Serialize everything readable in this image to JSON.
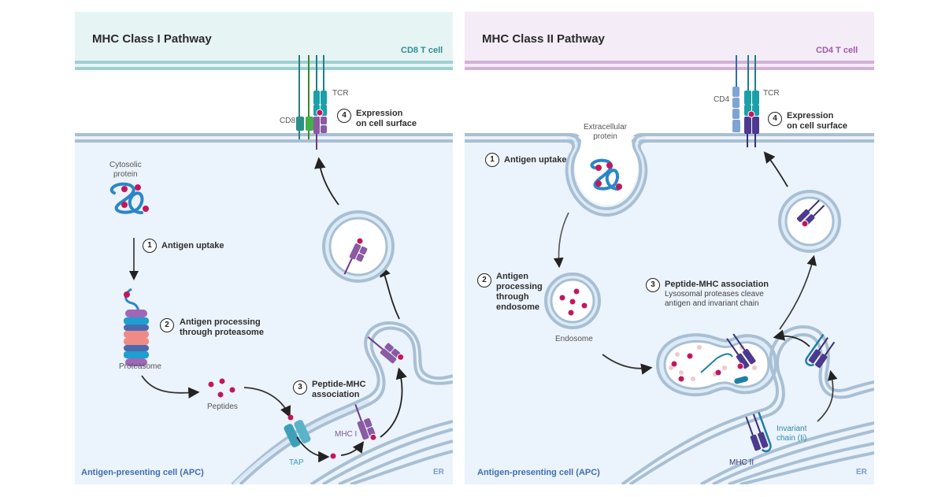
{
  "panels": [
    {
      "title": "MHC Class I Pathway",
      "t_cell": "CD8 T cell",
      "apc_label": "Antigen-presenting cell (APC)",
      "er_label": "ER",
      "colors": {
        "t_cell_bg": "#e7f4f4",
        "t_cell_membrane": "#9fd0d2",
        "apc_bg": "#ebf3fc",
        "membrane": "#a9bfd3"
      },
      "labels": {
        "protein": "Cytosolic protein",
        "protein_line1": "Cytosolic",
        "protein_line2": "protein",
        "proteasome": "Proteasome",
        "peptides": "Peptides",
        "tap": "TAP",
        "mhc": "MHC I",
        "coreceptor": "CD8",
        "tcr": "TCR"
      },
      "steps": [
        {
          "num": "1",
          "line1": "Antigen uptake",
          "line2": ""
        },
        {
          "num": "2",
          "line1": "Antigen processing",
          "line2": "through proteasome"
        },
        {
          "num": "3",
          "line1": "Peptide-MHC",
          "line2": "association"
        },
        {
          "num": "4",
          "line1": "Expression",
          "line2": "on cell surface"
        }
      ]
    },
    {
      "title": "MHC Class II Pathway",
      "t_cell": "CD4 T cell",
      "apc_label": "Antigen-presenting cell (APC)",
      "er_label": "ER",
      "colors": {
        "t_cell_bg": "#f4ecf6",
        "t_cell_membrane": "#d3b2d6",
        "apc_bg": "#ebf3fc",
        "membrane": "#a9bfd3"
      },
      "labels": {
        "protein_line1": "Extracellular",
        "protein_line2": "protein",
        "endosome": "Endosome",
        "mhc": "MHC II",
        "invariant_line1": "Invariant",
        "invariant_line2": "chain (Ii)",
        "coreceptor": "CD4",
        "tcr": "TCR"
      },
      "steps": [
        {
          "num": "1",
          "line1": "Antigen uptake",
          "line2": ""
        },
        {
          "num": "2",
          "line1": "Antigen",
          "line2": "processing",
          "line3": "through",
          "line4": "endosome"
        },
        {
          "num": "3",
          "line1": "Peptide-MHC association",
          "sub1": "Lysosomal proteases cleave",
          "sub2": "antigen and invariant chain"
        },
        {
          "num": "4",
          "line1": "Expression",
          "line2": "on cell surface"
        }
      ]
    }
  ]
}
